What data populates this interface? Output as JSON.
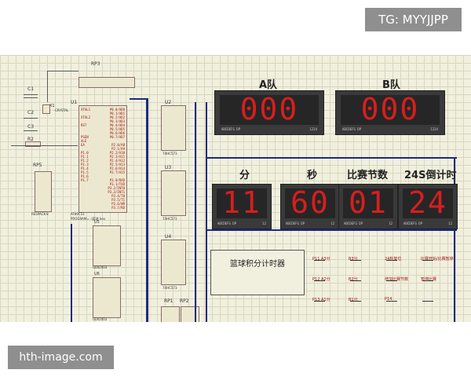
{
  "tg_label": "TG: MYYJJPP",
  "watermark": "hth-image.com",
  "colors": {
    "background": "#f1f0df",
    "grid": "#d9d6bd",
    "wire": "#1a2a80",
    "segment": "#d81e1e",
    "display_body": "#3a3a3a"
  },
  "schematic": {
    "rp3": "RP3",
    "u1": "U1",
    "u2": "U2",
    "u3": "U3",
    "u4": "U4",
    "u5": "U5",
    "u6": "U6",
    "rp1": "RP1",
    "rp2": "RP2",
    "rp5": "RP5",
    "c1": "C1",
    "c2": "C2",
    "c3": "C3",
    "x1": "X1",
    "r2": "R2",
    "crystal": "CRYSTAL",
    "u1_part": "AT89C51",
    "u1_program": "PROGRAM=..\\篮球.hex",
    "u2_part": "74HC573",
    "u3_part": "74HC573",
    "u4_part": "74HC573",
    "u5_part": "ULN2003",
    "u6_part": "ULN2003",
    "rp5_part": "RESPACK-8"
  },
  "u1_pins_left": [
    "XTAL1",
    "",
    "XTAL2",
    "",
    "RST",
    "",
    "",
    "PSEN",
    "ALE",
    "EA",
    "",
    "P1.0",
    "P1.1",
    "P1.2",
    "P1.3",
    "P1.4",
    "P1.5",
    "P1.6",
    "P1.7"
  ],
  "u1_pins_right": [
    "P0.0/AD0",
    "P0.1/AD1",
    "P0.2/AD2",
    "P0.3/AD3",
    "P0.4/AD4",
    "P0.5/AD5",
    "P0.6/AD6",
    "P0.7/AD7",
    "",
    "P2.0/A8",
    "P2.1/A9",
    "P2.2/A10",
    "P2.3/A11",
    "P2.4/A12",
    "P2.5/A13",
    "P2.6/A14",
    "P2.7/A15",
    "",
    "P3.0/RXD",
    "P3.1/TXD",
    "P3.2/INT0",
    "P3.3/INT1",
    "P3.4/T0",
    "P3.5/T1",
    "P3.6/WR",
    "P3.7/RD"
  ],
  "displays": {
    "team_a": {
      "title": "A队",
      "value": "000",
      "caption": "ABCDEFG DP",
      "pins": "1234"
    },
    "team_b": {
      "title": "B队",
      "value": "000",
      "caption": "ABCDEFG DP",
      "pins": "1234"
    },
    "minute": {
      "title": "分",
      "value": "11",
      "caption": "ABCDEFG DP",
      "pins": "12"
    },
    "second": {
      "title": "秒",
      "value": "60",
      "caption": "ABCDEFG DP",
      "pins": "12"
    },
    "section": {
      "title": "比赛节数",
      "value": "01",
      "caption": "ABCDEFG DP",
      "pins": "12"
    },
    "shot": {
      "title": "24S倒计时",
      "value": "24",
      "caption": "ABCDEFG DP",
      "pins": "12"
    }
  },
  "panel_title": "篮球积分计时器",
  "buttons": [
    {
      "label": "A3分",
      "pin": "P11"
    },
    {
      "label": "B3分",
      "pin": ""
    },
    {
      "label": "24秒复位",
      "pin": ""
    },
    {
      "label": "比赛开始/比赛暂停",
      "pin": ""
    },
    {
      "label": "A2分",
      "pin": "P12"
    },
    {
      "label": "B2分",
      "pin": ""
    },
    {
      "label": "增加比赛节数",
      "pin": ""
    },
    {
      "label": "暂停比赛",
      "pin": ""
    },
    {
      "label": "A1分",
      "pin": "P13"
    },
    {
      "label": "B1分",
      "pin": ""
    },
    {
      "label": "",
      "pin": "P14"
    },
    {
      "label": "",
      "pin": ""
    }
  ]
}
